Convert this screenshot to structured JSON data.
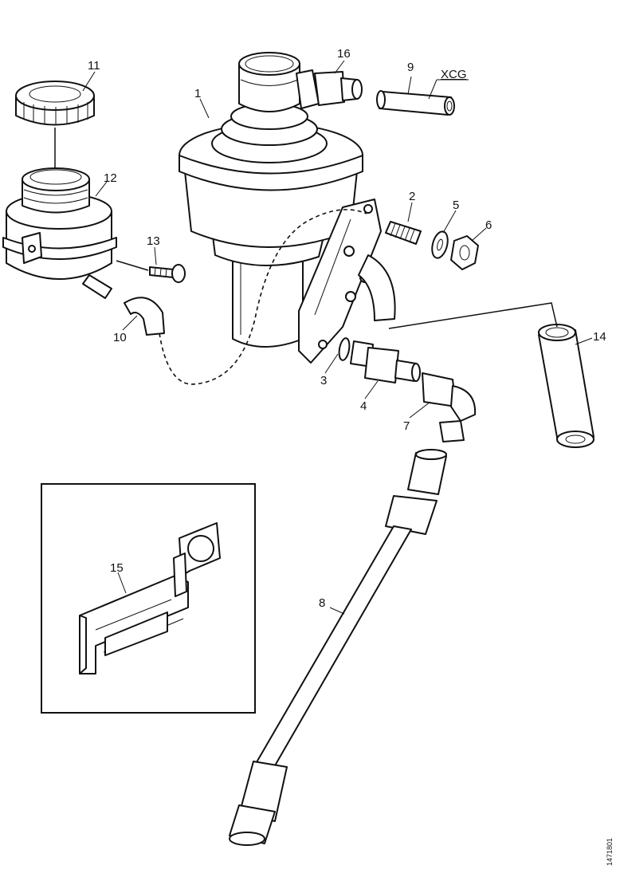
{
  "diagram": {
    "parts": [
      {
        "key": "p1",
        "label": "1"
      },
      {
        "key": "p2",
        "label": "2"
      },
      {
        "key": "p3",
        "label": "3"
      },
      {
        "key": "p4",
        "label": "4"
      },
      {
        "key": "p5",
        "label": "5"
      },
      {
        "key": "p6",
        "label": "6"
      },
      {
        "key": "p7",
        "label": "7"
      },
      {
        "key": "p8",
        "label": "8"
      },
      {
        "key": "p9",
        "label": "9"
      },
      {
        "key": "p10",
        "label": "10"
      },
      {
        "key": "p11",
        "label": "11"
      },
      {
        "key": "p12",
        "label": "12"
      },
      {
        "key": "p13",
        "label": "13"
      },
      {
        "key": "p14",
        "label": "14"
      },
      {
        "key": "p15",
        "label": "15"
      },
      {
        "key": "p16",
        "label": "16"
      }
    ],
    "xcg_label": "XCG",
    "reference_number": "1471801"
  }
}
